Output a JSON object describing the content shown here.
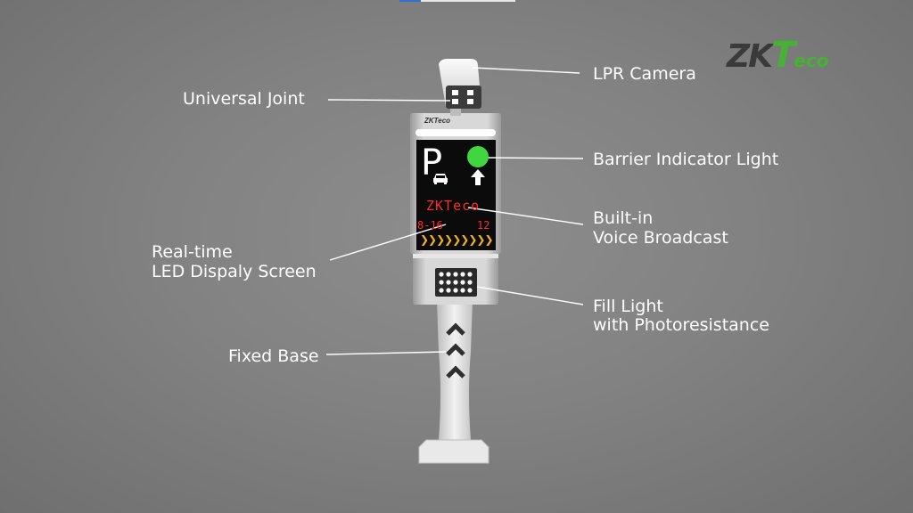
{
  "brand": {
    "logo_zk": "ZK",
    "logo_t": "T",
    "logo_eco": "eco",
    "device_logo": "ZKTeco",
    "green": "#46b233"
  },
  "display": {
    "parking_symbol": "P",
    "scroll_text": "ZKTeco",
    "info_left": "8-16",
    "info_right": "12",
    "chevrons": "❯❯❯❯❯❯❯❯❯",
    "indicator_color": "#3fd63f",
    "led_red": "#ff2a2a",
    "chevron_color": "#f2b21b"
  },
  "labels": {
    "lpr_camera": "LPR Camera",
    "universal_joint": "Universal Joint",
    "barrier_indicator": "Barrier Indicator Light",
    "builtin_line1": "Built-in",
    "builtin_line2": "Voice Broadcast",
    "realtime_line1": "Real-time",
    "realtime_line2": "LED Dispaly Screen",
    "fill_line1": "Fill Light",
    "fill_line2": "with Photoresistance",
    "fixed_base": "Fixed Base"
  }
}
